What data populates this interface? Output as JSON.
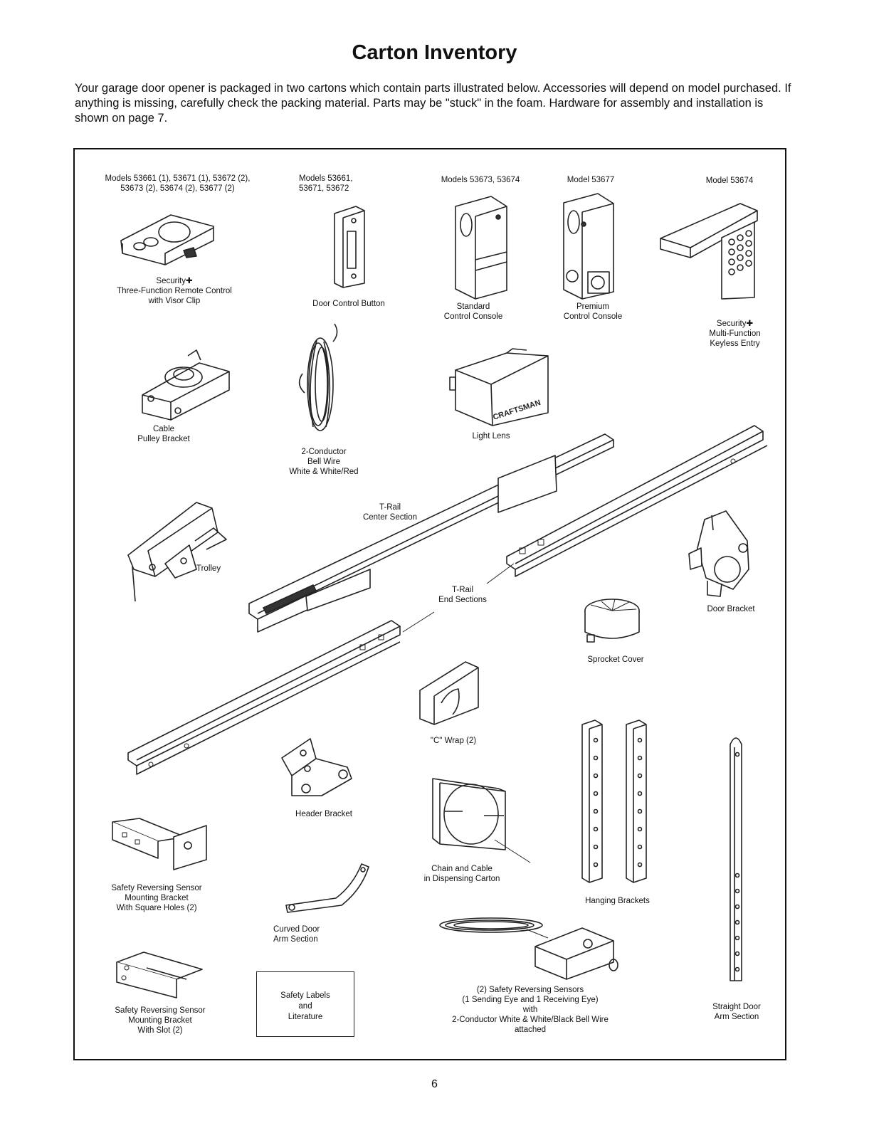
{
  "page": {
    "title": "Carton Inventory",
    "intro": "Your garage door opener is packaged in two cartons which contain parts illustrated below. Accessories will depend on model purchased. If anything is missing, carefully check the packing material. Parts may be \"stuck\" in the foam. Hardware for assembly and installation is shown on page 7.",
    "page_number": "6"
  },
  "headers": {
    "remote_models": "Models 53661 (1), 53671 (1), 53672 (2),\n53673 (2), 53674 (2), 53677 (2)",
    "button_models": "Models 53661,\n53671, 53672",
    "standard_models": "Models 53673, 53674",
    "premium_model": "Model 53677",
    "keyless_model": "Model 53674"
  },
  "parts": {
    "remote": "Security✚\nThree-Function Remote Control\nwith Visor Clip",
    "door_button": "Door Control Button",
    "standard_console": "Standard\nControl Console",
    "premium_console": "Premium\nControl Console",
    "keyless": "Security✚\nMulti-Function\nKeyless Entry",
    "pulley": "Cable\nPulley Bracket",
    "bell_wire": "2-Conductor\nBell Wire\nWhite & White/Red",
    "light_lens": "Light Lens",
    "lens_brand": "CRAFTSMAN",
    "t_rail_center": "T-Rail\nCenter Section",
    "trolley": "Trolley",
    "t_rail_end": "T-Rail\nEnd Sections",
    "door_bracket": "Door Bracket",
    "sprocket_cover": "Sprocket Cover",
    "c_wrap": "\"C\" Wrap (2)",
    "header_bracket": "Header Bracket",
    "chain_cable": "Chain and Cable\nin Dispensing Carton",
    "hanging_brackets": "Hanging Brackets",
    "sensor_bracket_square": "Safety Reversing Sensor\nMounting Bracket\nWith Square Holes (2)",
    "curved_arm": "Curved Door\nArm Section",
    "sensor_bracket_slot": "Safety Reversing Sensor\nMounting Bracket\nWith Slot (2)",
    "safety_labels": "Safety Labels\nand\nLiterature",
    "sensors": "(2) Safety Reversing Sensors\n(1 Sending Eye and 1 Receiving Eye)\nwith\n2-Conductor White & White/Black Bell Wire\nattached",
    "straight_arm": "Straight Door\nArm Section"
  }
}
